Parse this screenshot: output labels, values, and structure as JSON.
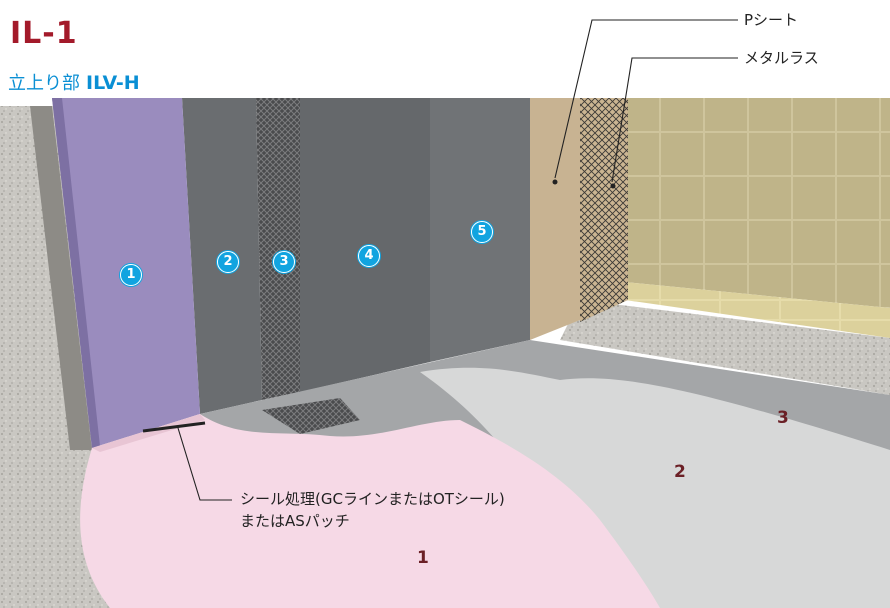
{
  "header": {
    "title": "IL-1",
    "subtitle_prefix": "立上り部",
    "subtitle_code": "ILV-H"
  },
  "callouts": {
    "p_sheet": "Pシート",
    "metal_lath": "メタルラス",
    "seal_line1": "シール処理(GCラインまたはOTシール)",
    "seal_line2": "またはASパッチ"
  },
  "wall_markers": [
    "1",
    "2",
    "3",
    "4",
    "5"
  ],
  "floor_layers": [
    "1",
    "2",
    "3"
  ],
  "colors": {
    "title": "#a31a2a",
    "subtitle": "#0a8fd4",
    "marker": "#11a4e0",
    "layer_number": "#6b2026",
    "layer1_pink": "#f6d9e6",
    "layer2_light": "#d7d8d8",
    "layer3_dark": "#a4a6a8",
    "wall_purple": "#9a8cbe",
    "wall_gray": "#676a6d"
  }
}
